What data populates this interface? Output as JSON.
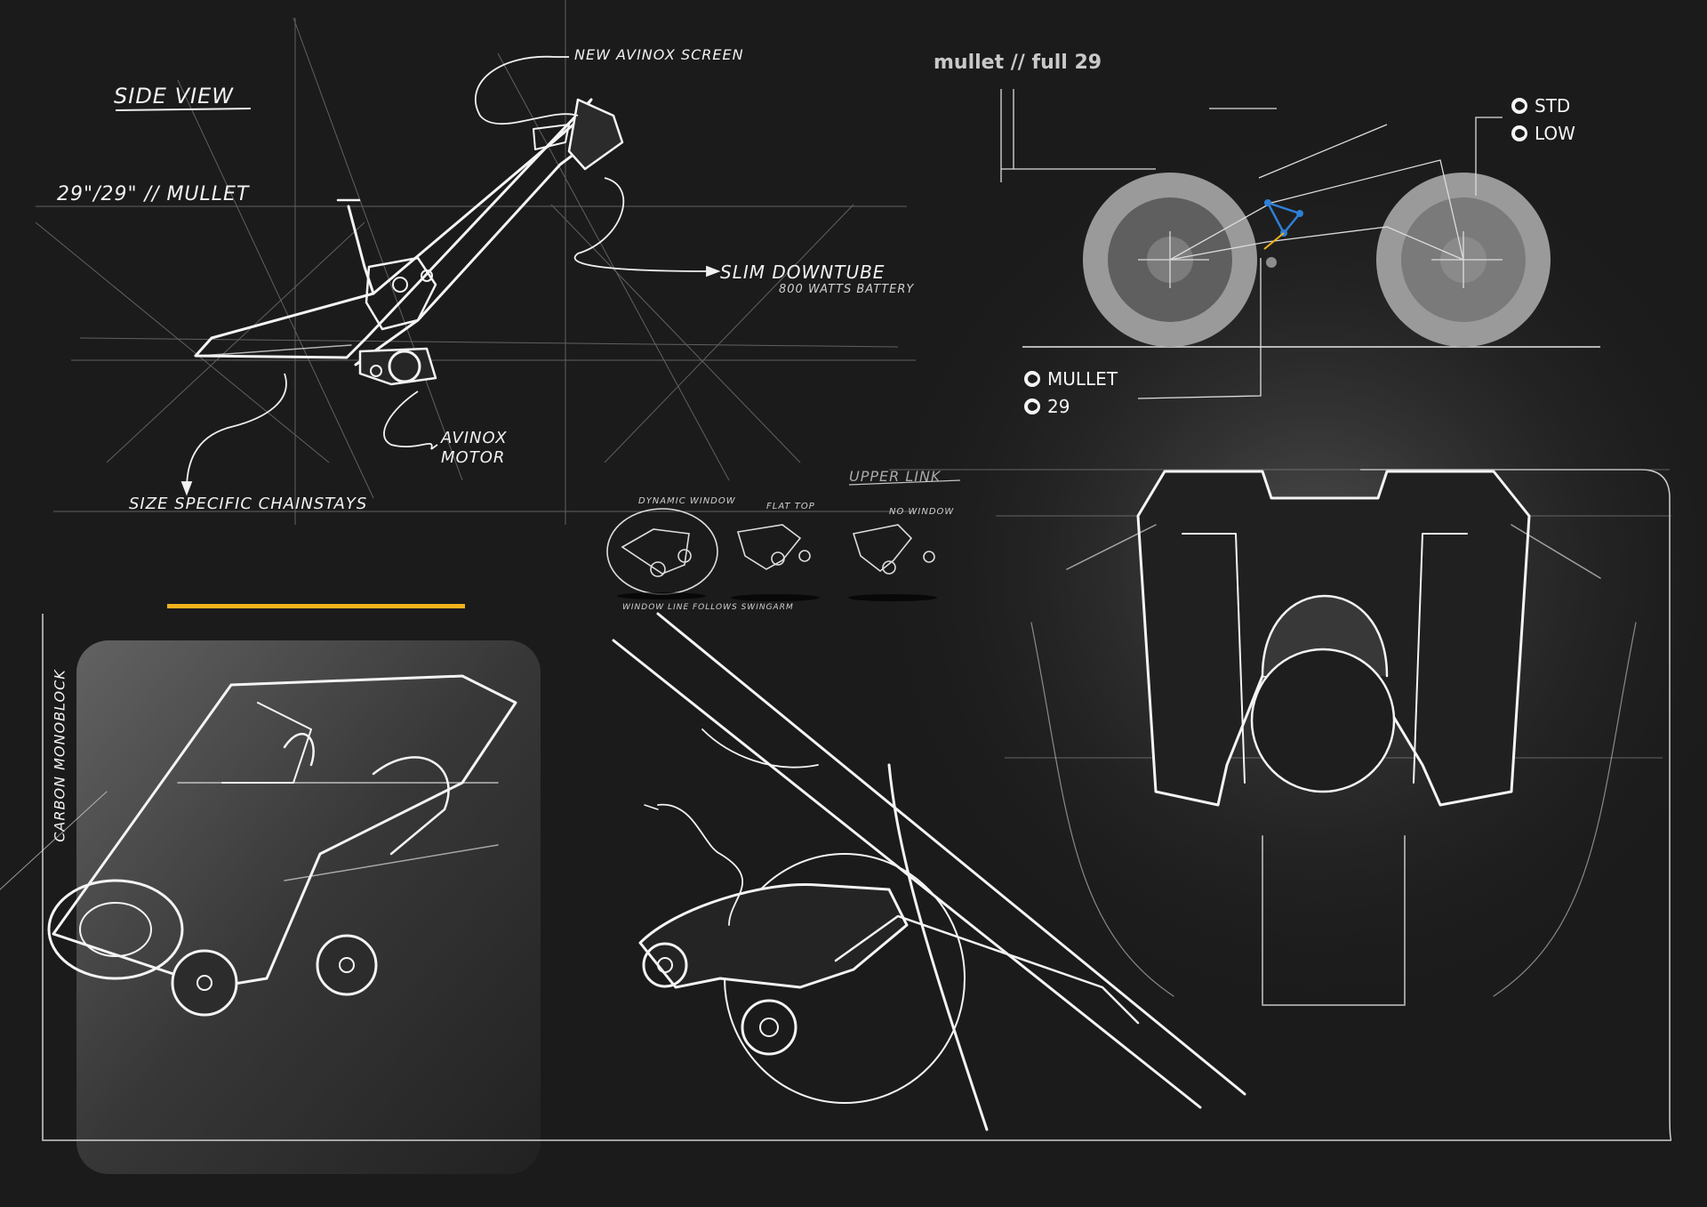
{
  "annotations": {
    "side_view": "SIDE VIEW",
    "wheel_size": "29\"/29\" // MULLET",
    "screen": "NEW AVINOX SCREEN",
    "downtube": "SLIM DOWNTUBE",
    "battery": "800 WATTS BATTERY",
    "motor_line1": "AVINOX",
    "motor_line2": "MOTOR",
    "chainstays": "SIZE SPECIFIC CHAINSTAYS",
    "upper_link": "UPPER LINK",
    "carbon": "CARBON MONOBLOCK",
    "dynamic_window": "DYNAMIC WINDOW",
    "flat_top": "FLAT TOP",
    "window_wats": "NO WINDOW",
    "window_follows": "WINDOW LINE FOLLOWS SWINGARM"
  },
  "geometry_panel": {
    "title": "mullet // full 29",
    "options_a": [
      {
        "label": "STD"
      },
      {
        "label": "LOW"
      }
    ],
    "options_b": [
      {
        "label": "MULLET"
      },
      {
        "label": "29"
      }
    ]
  },
  "colors": {
    "background": "#1b1b1b",
    "accent": "#f2b21c",
    "link_blue": "#2e7fd6",
    "line": "#ffffff"
  }
}
